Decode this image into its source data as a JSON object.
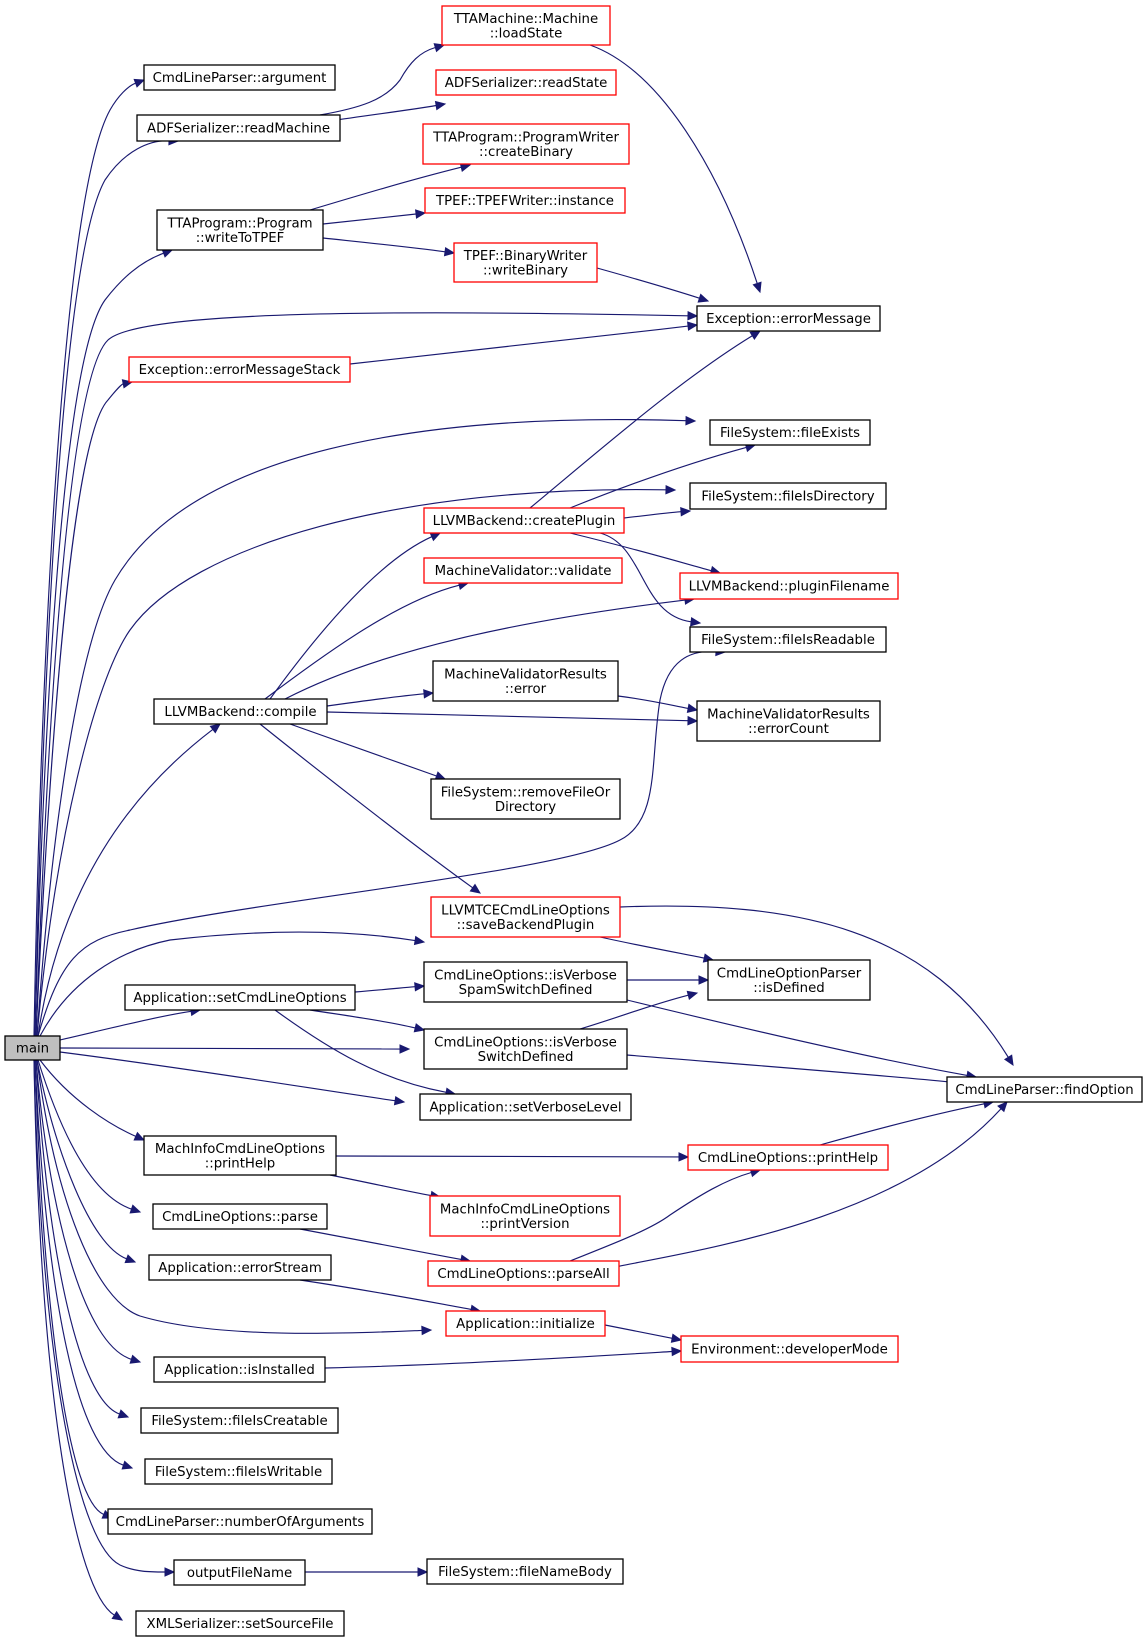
{
  "diagram": {
    "type": "call-graph",
    "colors": {
      "edge": "#191970",
      "border_normal": "#000000",
      "border_truncated": "#ff0000",
      "root_fill": "#bfbfbf"
    },
    "nodes": {
      "main": {
        "lines": [
          "main"
        ],
        "style": "root"
      },
      "argument": {
        "lines": [
          "CmdLineParser::argument"
        ],
        "style": "normal"
      },
      "readMachine": {
        "lines": [
          "ADFSerializer::readMachine"
        ],
        "style": "normal"
      },
      "loadState": {
        "lines": [
          "TTAMachine::Machine",
          "::loadState"
        ],
        "style": "red"
      },
      "readState": {
        "lines": [
          "ADFSerializer::readState"
        ],
        "style": "red"
      },
      "writeToTPEF": {
        "lines": [
          "TTAProgram::Program",
          "::writeToTPEF"
        ],
        "style": "normal"
      },
      "createBinary": {
        "lines": [
          "TTAProgram::ProgramWriter",
          "::createBinary"
        ],
        "style": "red"
      },
      "tpefInstance": {
        "lines": [
          "TPEF::TPEFWriter::instance"
        ],
        "style": "red"
      },
      "writeBinary": {
        "lines": [
          "TPEF::BinaryWriter",
          "::writeBinary"
        ],
        "style": "red"
      },
      "errorMessage": {
        "lines": [
          "Exception::errorMessage"
        ],
        "style": "normal"
      },
      "errorMessageStack": {
        "lines": [
          "Exception::errorMessageStack"
        ],
        "style": "red"
      },
      "fileExists": {
        "lines": [
          "FileSystem::fileExists"
        ],
        "style": "normal"
      },
      "fileIsDirectory": {
        "lines": [
          "FileSystem::fileIsDirectory"
        ],
        "style": "normal"
      },
      "createPlugin": {
        "lines": [
          "LLVMBackend::createPlugin"
        ],
        "style": "red"
      },
      "validate": {
        "lines": [
          "MachineValidator::validate"
        ],
        "style": "red"
      },
      "pluginFilename": {
        "lines": [
          "LLVMBackend::pluginFilename"
        ],
        "style": "red"
      },
      "fileIsReadable": {
        "lines": [
          "FileSystem::fileIsReadable"
        ],
        "style": "normal"
      },
      "mvrError": {
        "lines": [
          "MachineValidatorResults",
          "::error"
        ],
        "style": "normal"
      },
      "compile": {
        "lines": [
          "LLVMBackend::compile"
        ],
        "style": "normal"
      },
      "errorCount": {
        "lines": [
          "MachineValidatorResults",
          "::errorCount"
        ],
        "style": "normal"
      },
      "removeFileOr": {
        "lines": [
          "FileSystem::removeFileOr",
          "Directory"
        ],
        "style": "normal"
      },
      "saveBackendPlugin": {
        "lines": [
          "LLVMTCECmdLineOptions",
          "::saveBackendPlugin"
        ],
        "style": "red"
      },
      "isVerboseSpam": {
        "lines": [
          "CmdLineOptions::isVerbose",
          "SpamSwitchDefined"
        ],
        "style": "normal"
      },
      "isDefined": {
        "lines": [
          "CmdLineOptionParser",
          "::isDefined"
        ],
        "style": "normal"
      },
      "setCmdLineOptions": {
        "lines": [
          "Application::setCmdLineOptions"
        ],
        "style": "normal"
      },
      "isVerboseSwitch": {
        "lines": [
          "CmdLineOptions::isVerbose",
          "SwitchDefined"
        ],
        "style": "normal"
      },
      "findOption": {
        "lines": [
          "CmdLineParser::findOption"
        ],
        "style": "normal"
      },
      "setVerboseLevel": {
        "lines": [
          "Application::setVerboseLevel"
        ],
        "style": "normal"
      },
      "machPrintHelp": {
        "lines": [
          "MachInfoCmdLineOptions",
          "::printHelp"
        ],
        "style": "normal"
      },
      "printHelp": {
        "lines": [
          "CmdLineOptions::printHelp"
        ],
        "style": "red"
      },
      "printVersion": {
        "lines": [
          "MachInfoCmdLineOptions",
          "::printVersion"
        ],
        "style": "red"
      },
      "parse": {
        "lines": [
          "CmdLineOptions::parse"
        ],
        "style": "normal"
      },
      "parseAll": {
        "lines": [
          "CmdLineOptions::parseAll"
        ],
        "style": "red"
      },
      "errorStream": {
        "lines": [
          "Application::errorStream"
        ],
        "style": "normal"
      },
      "initialize": {
        "lines": [
          "Application::initialize"
        ],
        "style": "red"
      },
      "developerMode": {
        "lines": [
          "Environment::developerMode"
        ],
        "style": "red"
      },
      "isInstalled": {
        "lines": [
          "Application::isInstalled"
        ],
        "style": "normal"
      },
      "fileIsCreatable": {
        "lines": [
          "FileSystem::fileIsCreatable"
        ],
        "style": "normal"
      },
      "fileIsWritable": {
        "lines": [
          "FileSystem::fileIsWritable"
        ],
        "style": "normal"
      },
      "numberOfArguments": {
        "lines": [
          "CmdLineParser::numberOfArguments"
        ],
        "style": "normal"
      },
      "outputFileName": {
        "lines": [
          "outputFileName"
        ],
        "style": "normal"
      },
      "fileNameBody": {
        "lines": [
          "FileSystem::fileNameBody"
        ],
        "style": "normal"
      },
      "setSourceFile": {
        "lines": [
          "XMLSerializer::setSourceFile"
        ],
        "style": "normal"
      }
    },
    "edges": [
      [
        "main",
        "argument"
      ],
      [
        "main",
        "readMachine"
      ],
      [
        "main",
        "writeToTPEF"
      ],
      [
        "main",
        "errorMessage"
      ],
      [
        "main",
        "errorMessageStack"
      ],
      [
        "main",
        "fileExists"
      ],
      [
        "main",
        "fileIsDirectory"
      ],
      [
        "main",
        "compile"
      ],
      [
        "main",
        "fileIsReadable"
      ],
      [
        "main",
        "isVerboseSpam"
      ],
      [
        "main",
        "setCmdLineOptions"
      ],
      [
        "main",
        "isVerboseSwitch"
      ],
      [
        "main",
        "setVerboseLevel"
      ],
      [
        "main",
        "machPrintHelp"
      ],
      [
        "main",
        "parse"
      ],
      [
        "main",
        "errorStream"
      ],
      [
        "main",
        "initialize"
      ],
      [
        "main",
        "isInstalled"
      ],
      [
        "main",
        "fileIsCreatable"
      ],
      [
        "main",
        "fileIsWritable"
      ],
      [
        "main",
        "numberOfArguments"
      ],
      [
        "main",
        "outputFileName"
      ],
      [
        "main",
        "setSourceFile"
      ],
      [
        "readMachine",
        "loadState"
      ],
      [
        "readMachine",
        "readState"
      ],
      [
        "loadState",
        "errorMessage"
      ],
      [
        "writeToTPEF",
        "createBinary"
      ],
      [
        "writeToTPEF",
        "tpefInstance"
      ],
      [
        "writeToTPEF",
        "writeBinary"
      ],
      [
        "writeBinary",
        "errorMessage"
      ],
      [
        "errorMessageStack",
        "errorMessage"
      ],
      [
        "createPlugin",
        "errorMessage"
      ],
      [
        "createPlugin",
        "fileExists"
      ],
      [
        "createPlugin",
        "fileIsDirectory"
      ],
      [
        "createPlugin",
        "pluginFilename"
      ],
      [
        "createPlugin",
        "fileIsReadable"
      ],
      [
        "compile",
        "createPlugin"
      ],
      [
        "compile",
        "validate"
      ],
      [
        "compile",
        "pluginFilename"
      ],
      [
        "compile",
        "mvrError"
      ],
      [
        "compile",
        "errorCount"
      ],
      [
        "compile",
        "removeFileOr"
      ],
      [
        "compile",
        "saveBackendPlugin"
      ],
      [
        "mvrError",
        "errorCount"
      ],
      [
        "saveBackendPlugin",
        "isDefined"
      ],
      [
        "saveBackendPlugin",
        "findOption"
      ],
      [
        "isVerboseSpam",
        "isDefined"
      ],
      [
        "isVerboseSpam",
        "findOption"
      ],
      [
        "setCmdLineOptions",
        "isVerboseSpam"
      ],
      [
        "setCmdLineOptions",
        "isVerboseSwitch"
      ],
      [
        "setCmdLineOptions",
        "setVerboseLevel"
      ],
      [
        "isVerboseSwitch",
        "isDefined"
      ],
      [
        "isVerboseSwitch",
        "findOption"
      ],
      [
        "machPrintHelp",
        "printHelp"
      ],
      [
        "machPrintHelp",
        "printVersion"
      ],
      [
        "printHelp",
        "findOption"
      ],
      [
        "parse",
        "parseAll"
      ],
      [
        "parseAll",
        "printHelp"
      ],
      [
        "parseAll",
        "findOption"
      ],
      [
        "errorStream",
        "initialize"
      ],
      [
        "initialize",
        "developerMode"
      ],
      [
        "isInstalled",
        "developerMode"
      ],
      [
        "outputFileName",
        "fileNameBody"
      ]
    ]
  }
}
